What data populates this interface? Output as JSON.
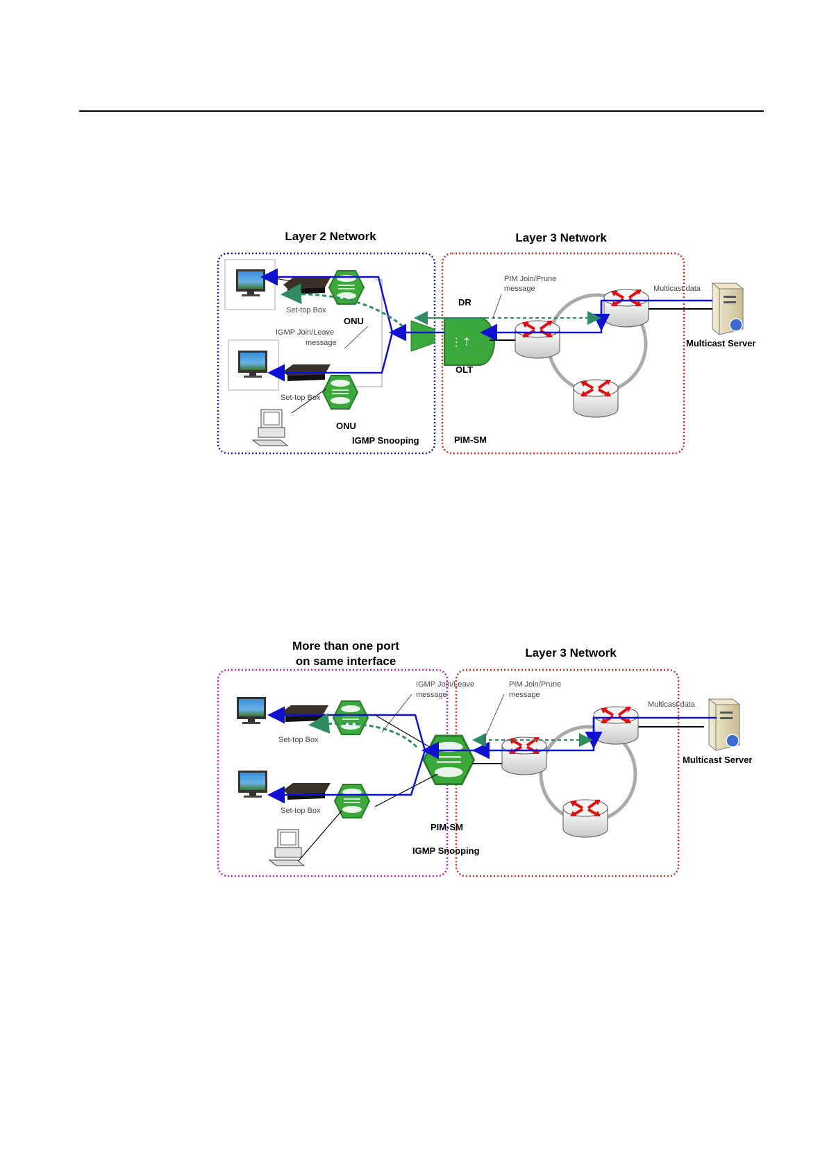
{
  "page": {
    "header_rule": true
  },
  "diagram1": {
    "title_left": "Layer 2 Network",
    "title_right": "Layer 3 Network",
    "labels": {
      "stb1": "Set-top Box",
      "stb2": "Set-top Box",
      "onu1": "ONU",
      "onu2": "ONU",
      "igmp_msg_line1": "IGMP Join/Leave",
      "igmp_msg_line2": "message",
      "igmp_snooping": "IGMP Snooping",
      "dr": "DR",
      "olt": "OLT",
      "pim_msg_line1": "PIM Join/Prune",
      "pim_msg_line2": "message",
      "multicast_data": "Multicast data",
      "multicast_server": "Multicast Server",
      "pim_sm": "PIM-SM"
    }
  },
  "diagram2": {
    "title_left_line1": "More than  one port",
    "title_left_line2": "on same interface",
    "title_right": "Layer 3 Network",
    "labels": {
      "stb1": "Set-top Box",
      "stb2": "Set-top Box",
      "igmp_msg_line1": "IGMP Join/Leave",
      "igmp_msg_line2": "message",
      "pim_msg_line1": "PIM Join/Prune",
      "pim_msg_line2": "message",
      "multicast_data": "Multicast data",
      "multicast_server": "Multicast Server",
      "pim_sm": "PIM-SM",
      "igmp_snooping": "IGMP Snooping"
    }
  },
  "colors": {
    "layer2_border": "#1a1aa8",
    "layer3_border": "#c0302a",
    "port_border": "#c020c0",
    "data_flow": "#1010d0",
    "control_flow": "#2e8b62",
    "device_green": "#3aa83a",
    "router_arrow": "#e01010"
  }
}
